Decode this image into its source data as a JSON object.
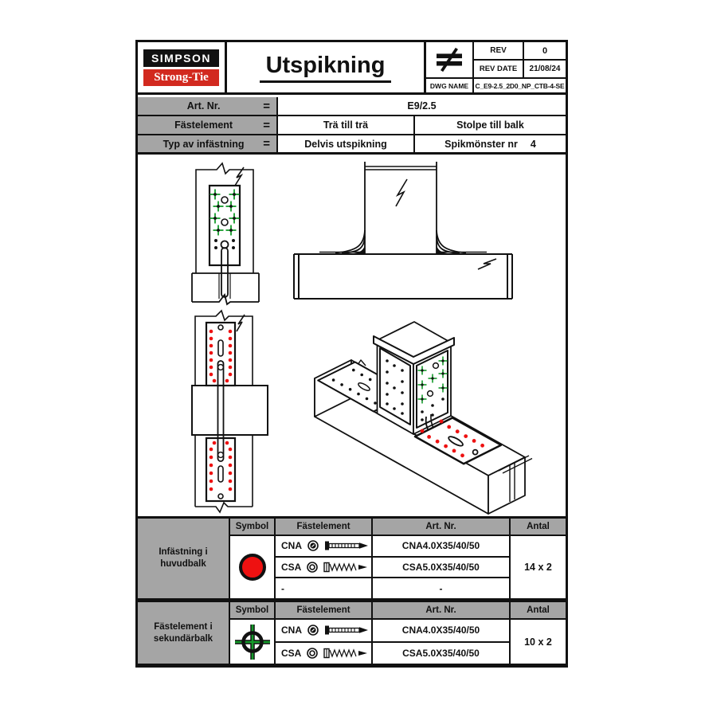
{
  "colors": {
    "ink": "#111111",
    "cell_gray": "#a5a5a5",
    "brand_red": "#d2291f",
    "accent_red": "#ee1111",
    "accent_green": "#149b2a"
  },
  "header": {
    "logo_top": "SIMPSON",
    "logo_bottom": "Strong-Tie",
    "title": "Utspikning",
    "rev": {
      "label": "REV",
      "value": "0"
    },
    "rev_date": {
      "label": "REV DATE",
      "value": "21/08/24"
    },
    "dwg": {
      "label": "DWG NAME",
      "value": "C_E9-2.5_2D0_NP_CTB-4-SE"
    }
  },
  "info": {
    "art": {
      "label": "Art. Nr.",
      "eq": "=",
      "value": "E9/2.5"
    },
    "fastener": {
      "label": "Fästelement",
      "eq": "=",
      "left": "Trä till trä",
      "right": "Stolpe till balk"
    },
    "type": {
      "label": "Typ av infästning",
      "eq": "=",
      "left": "Delvis utspikning",
      "right": "Spikmönster nr",
      "right_value": "4"
    }
  },
  "table_headers": {
    "symbol": "Symbol",
    "fastener": "Fästelement",
    "art": "Art. Nr.",
    "qty": "Antal"
  },
  "tables": [
    {
      "label": "Infästning i huvudbalk",
      "symbol": "red-circle",
      "qty": "14 x 2",
      "rows": [
        {
          "code": "CNA",
          "art": "CNA4.0X35/40/50"
        },
        {
          "code": "CSA",
          "art": "CSA5.0X35/40/50"
        },
        {
          "code": "-",
          "art": "-"
        }
      ]
    },
    {
      "label": "Fästelement i sekundärbalk",
      "symbol": "green-crosshair",
      "qty": "10 x 2",
      "rows": [
        {
          "code": "CNA",
          "art": "CNA4.0X35/40/50"
        },
        {
          "code": "CSA",
          "art": "CSA5.0X35/40/50"
        }
      ]
    }
  ]
}
